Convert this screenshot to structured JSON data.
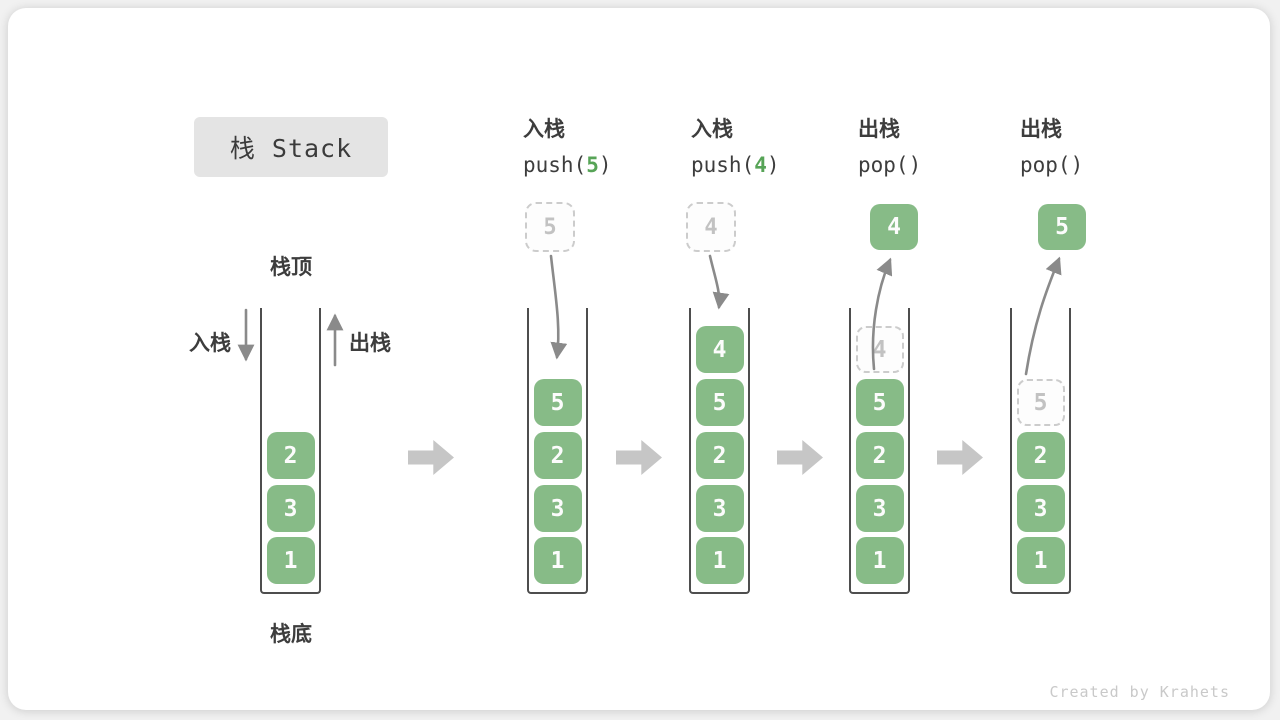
{
  "title": "栈 Stack",
  "column_labels": {
    "stack_top": "栈顶",
    "stack_bottom": "栈底",
    "push": "入栈",
    "pop": "出栈"
  },
  "steps": [
    {
      "action": "入栈",
      "code_pre": "push(",
      "code_arg": "5",
      "code_post": ")"
    },
    {
      "action": "入栈",
      "code_pre": "push(",
      "code_arg": "4",
      "code_post": ")"
    },
    {
      "action": "出栈",
      "code_pre": "pop(",
      "code_arg": "",
      "code_post": ")"
    },
    {
      "action": "出栈",
      "code_pre": "pop(",
      "code_arg": "",
      "code_post": ")"
    }
  ],
  "stacks": [
    {
      "cells": [
        "2",
        "3",
        "1"
      ]
    },
    {
      "float": "5",
      "cells": [
        "5",
        "2",
        "3",
        "1"
      ]
    },
    {
      "float": "4",
      "cells": [
        "4",
        "5",
        "2",
        "3",
        "1"
      ]
    },
    {
      "float": "4",
      "cells": [
        "4",
        "5",
        "2",
        "3",
        "1"
      ],
      "ghost_cell": "4"
    },
    {
      "float": "5",
      "cells": [
        "5",
        "2",
        "3",
        "1"
      ],
      "ghost_cell": "5"
    }
  ],
  "watermark": "Created by Krahets",
  "colors": {
    "box_green": "#87BB87",
    "code_green": "#57A457",
    "thin_arrow_gray": "#8A8A8A",
    "block_arrow_gray": "#C6C6C6",
    "title_bg": "#E4E4E4",
    "wall_gray": "#4E4E4E"
  }
}
